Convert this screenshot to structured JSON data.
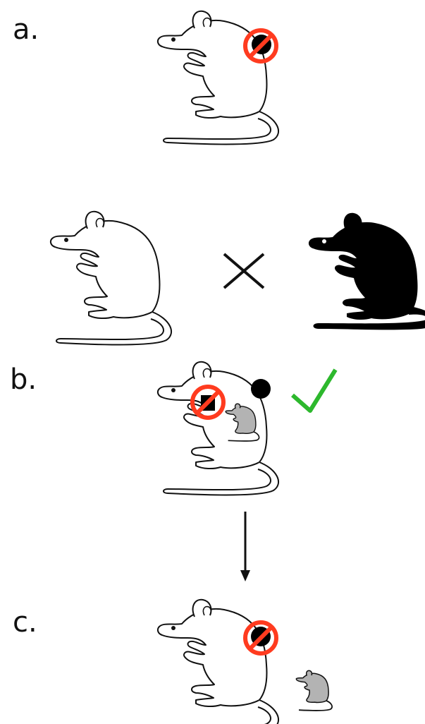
{
  "panels": {
    "a": {
      "label": "a."
    },
    "b": {
      "label": "b."
    },
    "c": {
      "label": "c."
    }
  },
  "symbols": {
    "cross": "cross-icon",
    "check": "checkmark-icon",
    "prohibit": "prohibition-icon",
    "arrow": "down-arrow-icon"
  },
  "colors": {
    "outline": "#111111",
    "black_mouse": "#000000",
    "gray_mouse": "#b3b3b3",
    "prohibit_red": "#ff3b1f",
    "check_green": "#2db82d",
    "background": "#ffffff"
  }
}
